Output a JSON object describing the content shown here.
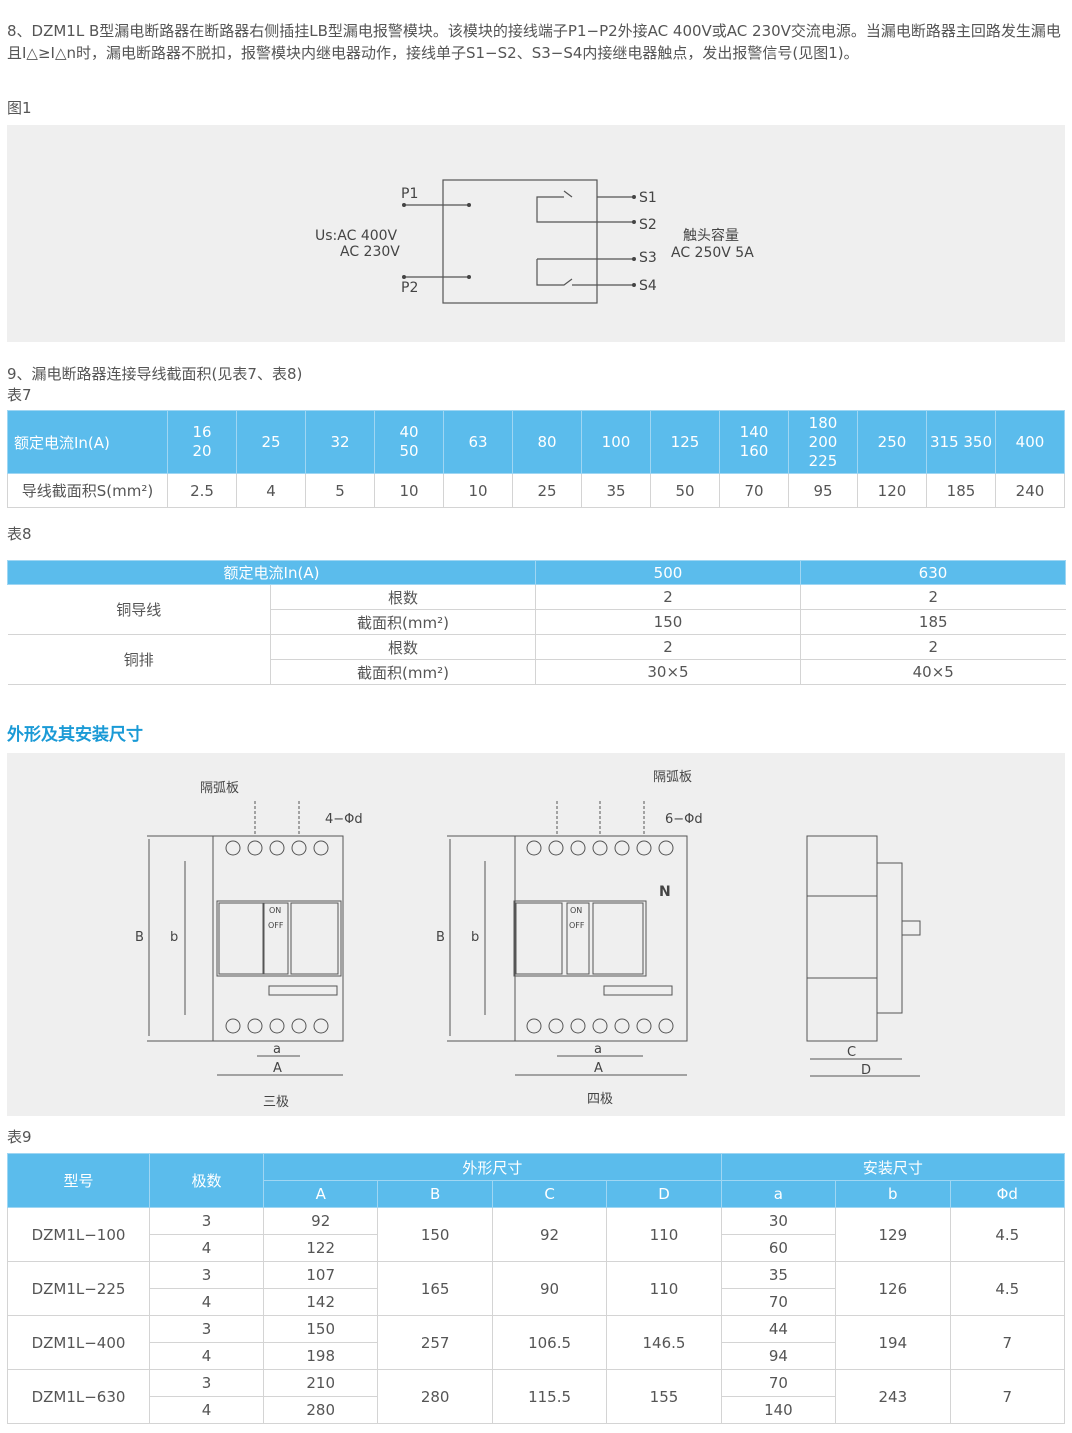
{
  "intro": {
    "para8": "8、DZM1L B型漏电断路器在断路器右侧插挂LB型漏电报警模块。该模块的接线端子P1−P2外接AC 400V或AC 230V交流电源。当漏电断路器主回路发生漏电且I△≥I△n时，漏电断路器不脱扣，报警模块内继电器动作，接线单子S1−S2、S3−S4内接继电器触点，发出报警信号(见图1)。",
    "fig1_label": "图1"
  },
  "fig1": {
    "p1": "P1",
    "p2": "P2",
    "us1": "Us:AC 400V",
    "us2": "AC 230V",
    "s1": "S1",
    "s2": "S2",
    "s3": "S3",
    "s4": "S4",
    "cap1": "触头容量",
    "cap2": "AC 250V 5A"
  },
  "sec9": {
    "title": "9、漏电断路器连接导线截面积(见表7、表8)",
    "t7_label": "表7",
    "t8_label": "表8"
  },
  "table7": {
    "h_label": "额定电流In(A)",
    "r_label": "导线截面积S(mm²)",
    "headers": [
      "16\n20",
      "25",
      "32",
      "40\n50",
      "63",
      "80",
      "100",
      "125",
      "140\n160",
      "180\n200\n225",
      "250",
      "315 350",
      "400"
    ],
    "values": [
      "2.5",
      "4",
      "5",
      "10",
      "10",
      "25",
      "35",
      "50",
      "70",
      "95",
      "120",
      "185",
      "240"
    ]
  },
  "table8": {
    "h_label": "额定电流In(A)",
    "h500": "500",
    "h630": "630",
    "rows": [
      {
        "group": "铜导线",
        "name": "根数",
        "a": "2",
        "b": "2"
      },
      {
        "name": "截面积(mm²)",
        "a": "150",
        "b": "185"
      },
      {
        "group": "铜排",
        "name": "根数",
        "a": "2",
        "b": "2"
      },
      {
        "name": "截面积(mm²)",
        "a": "30×5",
        "b": "40×5"
      }
    ]
  },
  "dims": {
    "title": "外形及其安装尺寸",
    "arc": "隔弧板",
    "hole3": "4−Φd",
    "hole4": "6−Φd",
    "n": "N",
    "B": "B",
    "b": "b",
    "a": "a",
    "A": "A",
    "C": "C",
    "D": "D",
    "three": "三极",
    "four": "四极",
    "on": "ON",
    "off": "OFF"
  },
  "table9": {
    "label": "表9",
    "h_model": "型号",
    "h_poles": "极数",
    "h_outer": "外形尺寸",
    "h_mount": "安装尺寸",
    "cols": [
      "A",
      "B",
      "C",
      "D",
      "a",
      "b",
      "Φd"
    ],
    "groups": [
      {
        "model": "DZM1L−100",
        "p": [
          "3",
          "4"
        ],
        "A": [
          "92",
          "122"
        ],
        "B": "150",
        "C": "92",
        "D": "110",
        "a": [
          "30",
          "60"
        ],
        "b": "129",
        "d": "4.5"
      },
      {
        "model": "DZM1L−225",
        "p": [
          "3",
          "4"
        ],
        "A": [
          "107",
          "142"
        ],
        "B": "165",
        "C": "90",
        "D": "110",
        "a": [
          "35",
          "70"
        ],
        "b": "126",
        "d": "4.5"
      },
      {
        "model": "DZM1L−400",
        "p": [
          "3",
          "4"
        ],
        "A": [
          "150",
          "198"
        ],
        "B": "257",
        "C": "106.5",
        "D": "146.5",
        "a": [
          "44",
          "94"
        ],
        "b": "194",
        "d": "7"
      },
      {
        "model": "DZM1L−630",
        "p": [
          "3",
          "4"
        ],
        "A": [
          "210",
          "280"
        ],
        "B": "280",
        "C": "115.5",
        "D": "155",
        "a": [
          "70",
          "140"
        ],
        "b": "243",
        "d": "7"
      }
    ]
  }
}
